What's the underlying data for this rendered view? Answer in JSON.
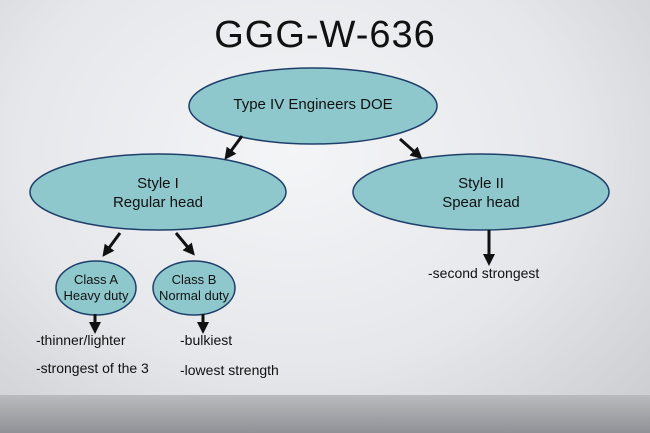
{
  "title": "GGG-W-636",
  "nodes": {
    "root": {
      "text": "Type IV Engineers DOE"
    },
    "style1": {
      "line1": "Style I",
      "line2": "Regular head"
    },
    "style2": {
      "line1": "Style II",
      "line2": "Spear head"
    },
    "classA": {
      "line1": "Class A",
      "line2": "Heavy duty"
    },
    "classB": {
      "line1": "Class B",
      "line2": "Normal duty"
    }
  },
  "notes": {
    "style2": "-second strongest",
    "classA": [
      "-thinner/lighter",
      "-strongest of the 3"
    ],
    "classB": [
      "-bulkiest",
      "-lowest strength"
    ]
  },
  "colors": {
    "node_fill": "#8ec8cd",
    "node_stroke": "#1f3f6b",
    "arrow": "#111111"
  }
}
